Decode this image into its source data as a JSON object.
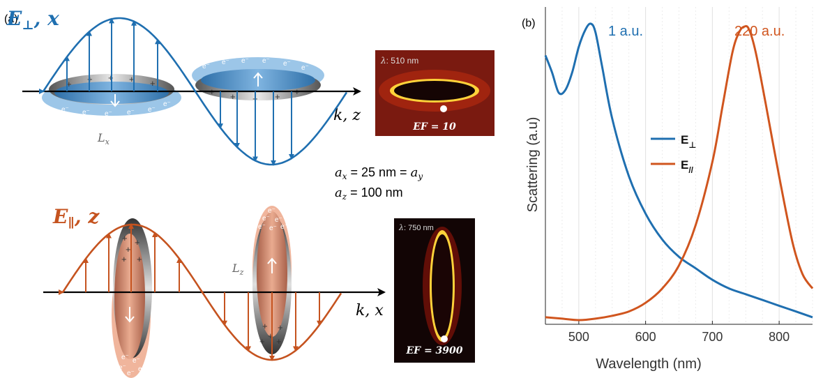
{
  "panel_a": {
    "label": "(a)",
    "top": {
      "field_label_E": "E",
      "field_label_sub": "⊥",
      "field_label_axis": ", x",
      "propagation_label": "k, z",
      "length_label": "L",
      "length_sub": "x",
      "electron": "e⁻",
      "plus": "+",
      "colors": {
        "wave": "#1f6fb0",
        "disk": "#5a9bd0",
        "cloud": "#9cc6e8"
      },
      "inset": {
        "wavelength_sym": "λ",
        "wavelength_text": ": 510 nm",
        "ef_label": "EF = 10"
      }
    },
    "bottom": {
      "field_label_E": "E",
      "field_label_sub": "∥",
      "field_label_axis": ", z",
      "propagation_label": "k, x",
      "length_label": "L",
      "length_sub": "z",
      "electron": "e⁻",
      "plus": "+",
      "colors": {
        "wave": "#c5531f",
        "disk": "#d88a70",
        "cloud": "#f0b59c"
      },
      "inset": {
        "wavelength_sym": "λ",
        "wavelength_text": ": 750 nm",
        "ef_label": "EF = 3900"
      }
    },
    "dims": {
      "ax_prefix": "a",
      "ax_sub": "x",
      "ax_mid": " = 25 nm = ",
      "ay_prefix": "a",
      "ay_sub": "y",
      "az_prefix": "a",
      "az_sub": "z",
      "az_rest": " = 100 nm"
    }
  },
  "panel_b": {
    "label": "(b)",
    "peak_perp_label": "1 a.u.",
    "peak_par_label": "220 a.u.",
    "legend": [
      {
        "text": "E",
        "sub": "⊥",
        "color": "#1f6fb0"
      },
      {
        "text": "E",
        "sub": "//",
        "color": "#d0551e"
      }
    ]
  },
  "chart_data": {
    "type": "line",
    "title": "",
    "xlabel": "Wavelength (nm)",
    "ylabel": "Scattering (a.u)",
    "xlim": [
      450,
      850
    ],
    "ylim": [
      0,
      1.03
    ],
    "xticks": [
      500,
      600,
      700,
      800
    ],
    "yticks": [],
    "grid": "vertical dotted",
    "legend_position": "middle-center",
    "series": [
      {
        "name": "E⊥",
        "color": "#1f6fb0",
        "x": [
          450,
          460,
          470,
          480,
          490,
          500,
          510,
          518,
          525,
          535,
          550,
          575,
          600,
          625,
          650,
          675,
          700,
          725,
          750,
          775,
          800,
          825,
          850
        ],
        "y": [
          0.92,
          0.86,
          0.79,
          0.8,
          0.86,
          0.95,
          1.01,
          1.03,
          1.0,
          0.88,
          0.7,
          0.5,
          0.37,
          0.28,
          0.22,
          0.18,
          0.14,
          0.11,
          0.09,
          0.07,
          0.05,
          0.03,
          0.01
        ]
      },
      {
        "name": "E//",
        "color": "#d0551e",
        "x": [
          450,
          475,
          500,
          525,
          550,
          575,
          600,
          625,
          650,
          675,
          700,
          715,
          730,
          740,
          748,
          755,
          765,
          780,
          800,
          820,
          835,
          850
        ],
        "y": [
          0.01,
          0.005,
          0.0,
          0.005,
          0.015,
          0.03,
          0.06,
          0.11,
          0.19,
          0.33,
          0.55,
          0.74,
          0.93,
          1.0,
          1.02,
          1.01,
          0.93,
          0.75,
          0.5,
          0.27,
          0.16,
          0.11
        ]
      }
    ]
  }
}
